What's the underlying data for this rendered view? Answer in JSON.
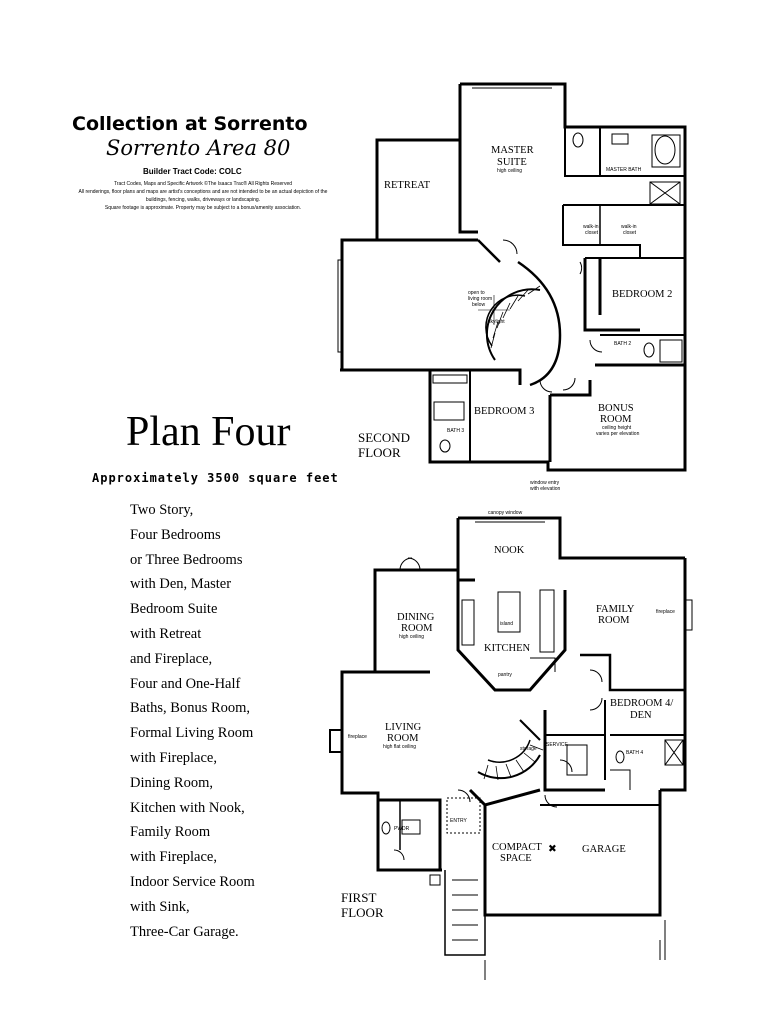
{
  "header": {
    "title": "Collection at Sorrento",
    "subtitle": "Sorrento Area 80",
    "tract_code": "Builder Tract Code: COLC",
    "fine_print": [
      "Tract Codes, Maps and Specific Artwork ©The Isaacs Trac® All Rights Reserved",
      "All renderings, floor plans and maps are artist's conceptions and are not intended to be an actual depiction of the",
      "buildings, fencing, walks, driveways or landscaping.",
      "Square footage is approximate. Property may be subject to a bonus/amenity association."
    ]
  },
  "plan": {
    "name": "Plan Four",
    "area": "Approximately 3500 square feet",
    "features": [
      "Two Story,",
      "Four Bedrooms",
      "or Three Bedrooms",
      "with Den, Master",
      "Bedroom Suite",
      "with Retreat",
      "and Fireplace,",
      "Four and One-Half",
      "Baths, Bonus Room,",
      "Formal Living Room",
      "with Fireplace,",
      "Dining Room,",
      "Kitchen with Nook,",
      "Family Room",
      "with Fireplace,",
      "Indoor Service Room",
      "with Sink,",
      "Three-Car Garage."
    ]
  },
  "second_floor": {
    "floor_label": [
      "SECOND",
      "FLOOR"
    ],
    "rooms": {
      "master": [
        "MASTER",
        "SUITE"
      ],
      "master_note": "high ceiling",
      "master_bath": "MASTER BATH",
      "retreat": "RETREAT",
      "bedroom2": "BEDROOM 2",
      "bath2": "BATH 2",
      "bedroom3": "BEDROOM 3",
      "bath3": "BATH 3",
      "bonus": [
        "BONUS",
        "ROOM"
      ],
      "bonus_note": [
        "ceiling height",
        "varies per elevation"
      ],
      "walkin1": [
        "walk-in",
        "closet"
      ],
      "walkin2": [
        "walk-in",
        "closet"
      ],
      "open_to": [
        "open to",
        "living room",
        "below"
      ],
      "skylight": "skylight",
      "window_note": [
        "window entry",
        "with elevation"
      ]
    }
  },
  "first_floor": {
    "floor_label": [
      "FIRST",
      "FLOOR"
    ],
    "rooms": {
      "nook": "NOOK",
      "canopy": "canopy window",
      "dining": [
        "DINING",
        "ROOM"
      ],
      "dining_note": "high ceiling",
      "kitchen": "KITCHEN",
      "island": "island",
      "pantry": "pantry",
      "family": [
        "FAMILY",
        "ROOM"
      ],
      "fireplace_family": "fireplace",
      "bedroom4": [
        "BEDROOM 4/",
        "DEN"
      ],
      "bath4": "BATH 4",
      "living": [
        "LIVING",
        "ROOM"
      ],
      "living_note": "high flat ceiling",
      "fireplace_living": "fireplace",
      "service": "SERVICE",
      "storage": "storage",
      "powder": "PWDR",
      "entry": "ENTRY",
      "compact": [
        "COMPACT",
        "SPACE"
      ],
      "garage": "GARAGE"
    }
  }
}
